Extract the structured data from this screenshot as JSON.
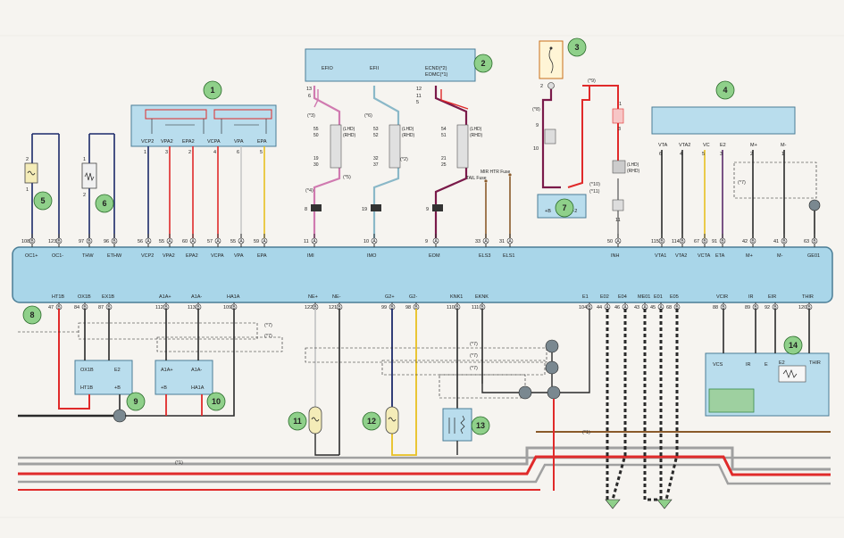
{
  "colors": {
    "ecu_fill": "#a9d6e9",
    "ecu_stroke": "#4a7d96",
    "panel_fill": "#b9dded",
    "badge_fill": "#8fd08a",
    "wire_black": "#2a2a2a",
    "wire_red": "#e02a2a",
    "wire_gray": "#a0a0a0",
    "wire_yellow": "#e8c020",
    "wire_purple": "#5a2a6a",
    "wire_brown": "#8a5a2a",
    "wire_navy": "#1c2a6a",
    "wire_green": "#3a8a4a",
    "wire_pink": "#d07ab0",
    "wire_orange": "#c8701a",
    "wire_lightblue": "#8ab8c8"
  },
  "component_numbers": {
    "c1": "1",
    "c2": "2",
    "c3": "3",
    "c4": "4",
    "c5": "5",
    "c6": "6",
    "c7": "7",
    "c8": "8",
    "c9": "9",
    "c10": "10",
    "c11": "11",
    "c12": "12",
    "c13": "13",
    "c14": "14"
  },
  "top_pins": [
    {
      "num": "108",
      "conn": "B",
      "label": "OC1+"
    },
    {
      "num": "123",
      "conn": "B",
      "label": "OC1-"
    },
    {
      "num": "97",
      "conn": "B",
      "label": "THW"
    },
    {
      "num": "96",
      "conn": "B",
      "label": "ETHW"
    },
    {
      "num": "56",
      "conn": "A",
      "label": "VCP2"
    },
    {
      "num": "55",
      "conn": "A",
      "label": "VPA2"
    },
    {
      "num": "60",
      "conn": "A",
      "label": "EPA2"
    },
    {
      "num": "57",
      "conn": "A",
      "label": "VCPA"
    },
    {
      "num": "55",
      "conn": "A",
      "label": "VPA"
    },
    {
      "num": "59",
      "conn": "A",
      "label": "EPA"
    },
    {
      "num": "11",
      "conn": "A",
      "label": "IMI"
    },
    {
      "num": "10",
      "conn": "A",
      "label": "IMO"
    },
    {
      "num": "9",
      "conn": "A",
      "label": "EOM"
    },
    {
      "num": "33",
      "conn": "A",
      "label": "ELS3"
    },
    {
      "num": "31",
      "conn": "A",
      "label": "ELS1"
    },
    {
      "num": "50",
      "conn": "A",
      "label": "INH"
    },
    {
      "num": "115",
      "conn": "B",
      "label": "VTA1"
    },
    {
      "num": "114",
      "conn": "B",
      "label": "VTA2"
    },
    {
      "num": "67",
      "conn": "B",
      "label": "VCTA"
    },
    {
      "num": "91",
      "conn": "B",
      "label": "ETA"
    },
    {
      "num": "42",
      "conn": "B",
      "label": "M+"
    },
    {
      "num": "41",
      "conn": "B",
      "label": "M-"
    },
    {
      "num": "63",
      "conn": "B",
      "label": "GE01"
    }
  ],
  "bottom_pins": [
    {
      "num": "47",
      "conn": "B",
      "label": "HT1B"
    },
    {
      "num": "84",
      "conn": "B",
      "label": "OX1B"
    },
    {
      "num": "87",
      "conn": "B",
      "label": "EX1B"
    },
    {
      "num": "112",
      "conn": "B",
      "label": "A1A+"
    },
    {
      "num": "113",
      "conn": "B",
      "label": "A1A-"
    },
    {
      "num": "109",
      "conn": "B",
      "label": "HA1A"
    },
    {
      "num": "122",
      "conn": "B",
      "label": "NE+"
    },
    {
      "num": "121",
      "conn": "B",
      "label": "NE-"
    },
    {
      "num": "99",
      "conn": "B",
      "label": "G2+"
    },
    {
      "num": "98",
      "conn": "B",
      "label": "G2-"
    },
    {
      "num": "110",
      "conn": "B",
      "label": "KNK1"
    },
    {
      "num": "111",
      "conn": "B",
      "label": "EKNK"
    },
    {
      "num": "104",
      "conn": "B",
      "label": "E1"
    },
    {
      "num": "44",
      "conn": "A",
      "label": "E02"
    },
    {
      "num": "46",
      "conn": "A",
      "label": "E04"
    },
    {
      "num": "43",
      "conn": "A",
      "label": "ME01"
    },
    {
      "num": "45",
      "conn": "A",
      "label": "E01"
    },
    {
      "num": "68",
      "conn": "B",
      "label": "E05"
    },
    {
      "num": "88",
      "conn": "B",
      "label": "VCIR"
    },
    {
      "num": "89",
      "conn": "B",
      "label": "IR"
    },
    {
      "num": "92",
      "conn": "B",
      "label": "EIR"
    },
    {
      "num": "120",
      "conn": "B",
      "label": "THIR"
    }
  ],
  "c1_pins": {
    "vcp2": "VCP2",
    "vpa2": "VPA2",
    "epa2": "EPA2",
    "vcpa": "VCPA",
    "vpa": "VPA",
    "epa": "EPA"
  },
  "c1_pin_nums": [
    "1",
    "3",
    "2",
    "4",
    "6",
    "5"
  ],
  "c2_labels": {
    "efio": "EFIO",
    "efi": "EFII",
    "econd": "ECND(*2)",
    "eomc": "EOMC(*1)"
  },
  "c2_pins": {
    "p13": "13",
    "p6": "6",
    "p12": "12",
    "p11": "11",
    "p5": "5"
  },
  "relay_labels": {
    "a1": "(LHD)",
    "a2": "(RHD)",
    "a3": "(LHD)",
    "a4": "(RHD)",
    "a5": "(LHD)",
    "a6": "(RHD)",
    "n1": "55",
    "n2": "50",
    "n3": "19",
    "n4": "30",
    "n5": "53",
    "n6": "52",
    "n7": "32",
    "n8": "37",
    "n9": "54",
    "n10": "51",
    "n11": "21",
    "n12": "25"
  },
  "relay_conn": {
    "j1": "8",
    "j2": "19",
    "j3": "9"
  },
  "fuse_labels": {
    "tail": "TAIL Fuse",
    "mir": "MIR HTR Fuse"
  },
  "notes": {
    "n3": "(*3)",
    "n4": "(*4)",
    "n5": "(*5)",
    "n6": "(*6)",
    "n7": "(*7)",
    "n8": "(*8)",
    "n1": "(*1)",
    "n10": "(*10)",
    "n11": "(*11)",
    "n9": "(*9)",
    "n2": "(*2)"
  },
  "c7_labels": {
    "pos": "+B",
    "neg": "−2",
    "lhd": "(LHD)",
    "rhd": "(RHD)",
    "p2": "2",
    "p3": "3",
    "p11": "11",
    "p9": "9",
    "p10": "10",
    "p1": "1"
  },
  "c4_pins": {
    "vta": "VTA",
    "vta2": "VTA2",
    "vc": "VC",
    "e2": "E2",
    "mp": "M+",
    "mm": "M-"
  },
  "c4_pin_nums": [
    "6",
    "4",
    "5",
    "3",
    "2",
    "1"
  ],
  "c9_labels": {
    "ox1b": "OX1B",
    "e2": "E2",
    "ht1b": "HT1B",
    "pb": "+B"
  },
  "c10_labels": {
    "a1ap": "A1A+",
    "a1am": "A1A-",
    "pb": "+B",
    "ha1a": "HA1A"
  },
  "c14_labels": {
    "vcs": "VCS",
    "ir": "IR",
    "e": "E",
    "e2": "E2",
    "thir": "THIR"
  },
  "sensor_pins": {
    "one": "1",
    "two": "2",
    "three": "3",
    "four": "4"
  }
}
